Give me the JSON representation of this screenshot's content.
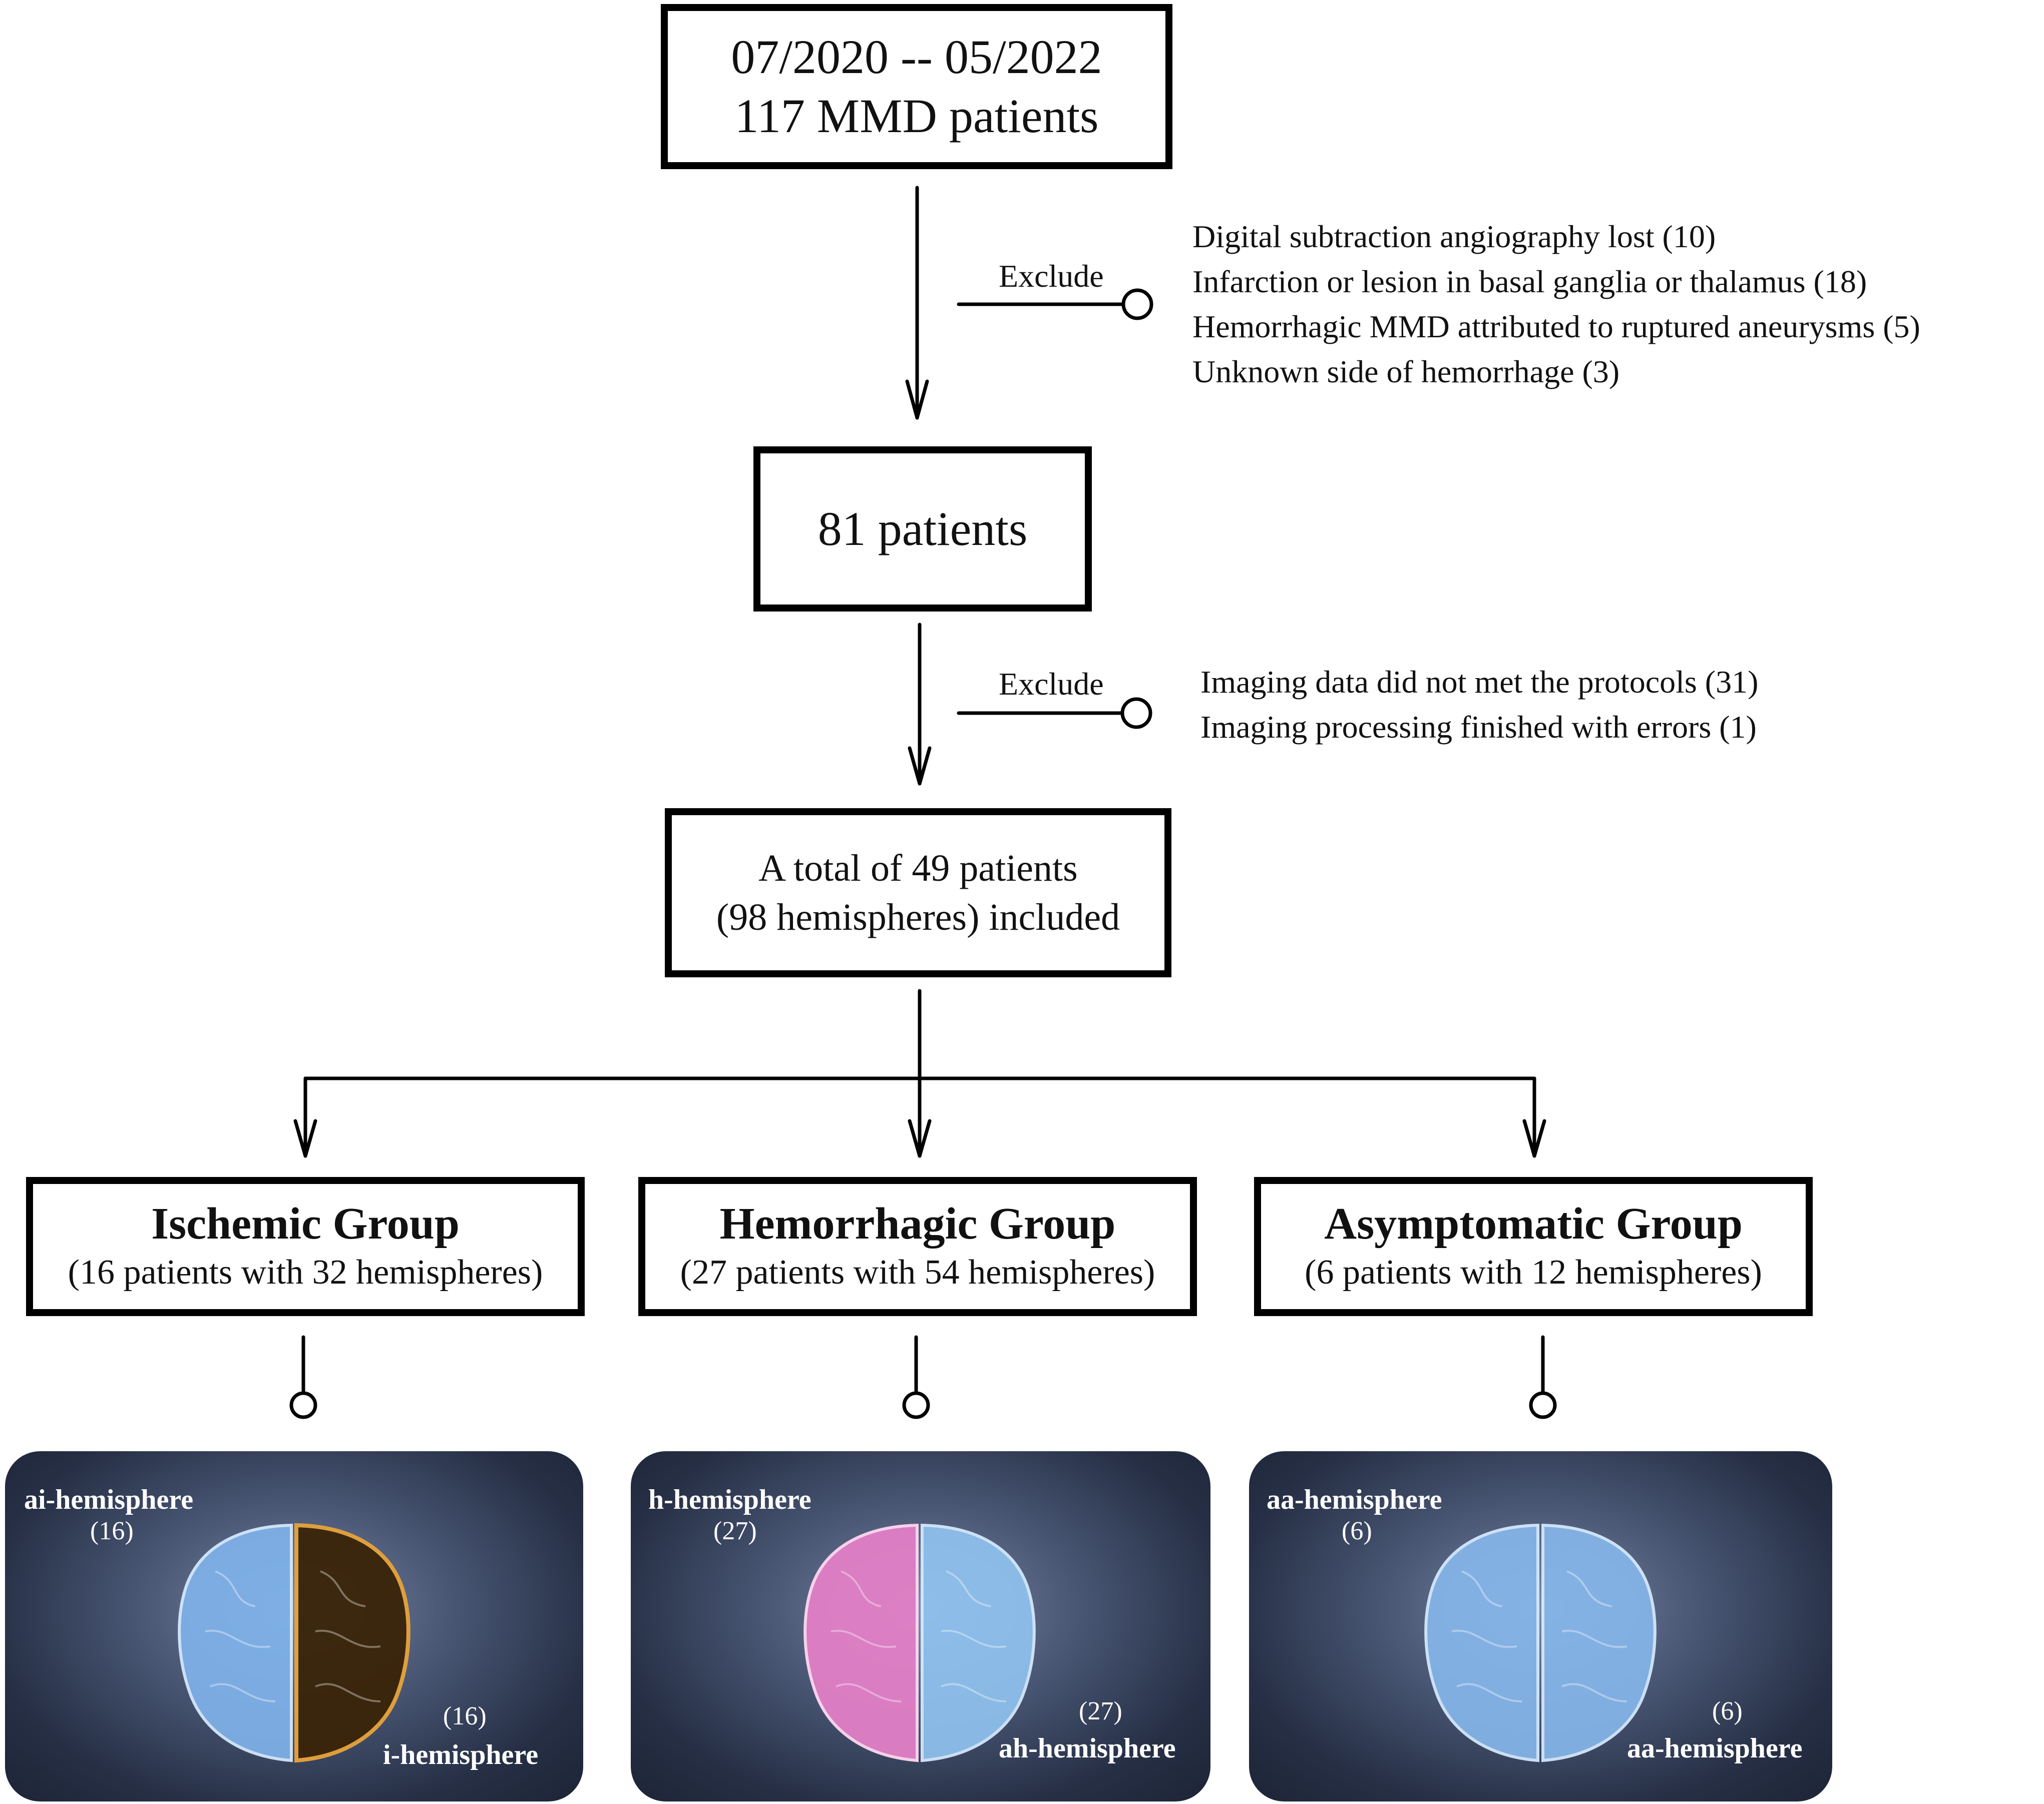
{
  "top_box": {
    "line1": "07/2020 -- 05/2022",
    "line2": "117 MMD patients"
  },
  "exclusion1": {
    "label": "Exclude",
    "items": [
      "Digital subtraction angiography lost (10)",
      "Infarction or lesion in basal ganglia or thalamus  (18)",
      "Hemorrhagic MMD attributed to ruptured aneurysms (5)",
      "Unknown side of hemorrhage (3)"
    ]
  },
  "middle_box": {
    "line1": "81 patients"
  },
  "exclusion2": {
    "label": "Exclude",
    "items": [
      "Imaging data did not met the protocols (31)",
      "Imaging processing finished with errors (1)"
    ]
  },
  "included_box": {
    "line1": "A total of 49 patients",
    "line2": "(98 hemispheres) included"
  },
  "groups": [
    {
      "title": "Ischemic Group",
      "subtitle": "(16 patients with 32 hemispheres)"
    },
    {
      "title": "Hemorrhagic Group",
      "subtitle": "(27 patients with 54 hemispheres)"
    },
    {
      "title": "Asymptomatic Group",
      "subtitle": "(6 patients with 12 hemispheres)"
    }
  ],
  "panels": [
    {
      "left_label": "ai-hemisphere",
      "left_count": "(16)",
      "right_count": "(16)",
      "right_label": "i-hemisphere",
      "left_color": "#7fb2ea",
      "right_color": "#3a2408"
    },
    {
      "left_label": "h-hemisphere",
      "left_count": "(27)",
      "right_count": "(27)",
      "right_label": "ah-hemisphere",
      "left_color": "#e27fc6",
      "right_color": "#8fc2ee"
    },
    {
      "left_label": "aa-hemisphere",
      "left_count": "(6)",
      "right_count": "(6)",
      "right_label": "aa-hemisphere",
      "left_color": "#86b6ea",
      "right_color": "#86b6ea"
    }
  ]
}
